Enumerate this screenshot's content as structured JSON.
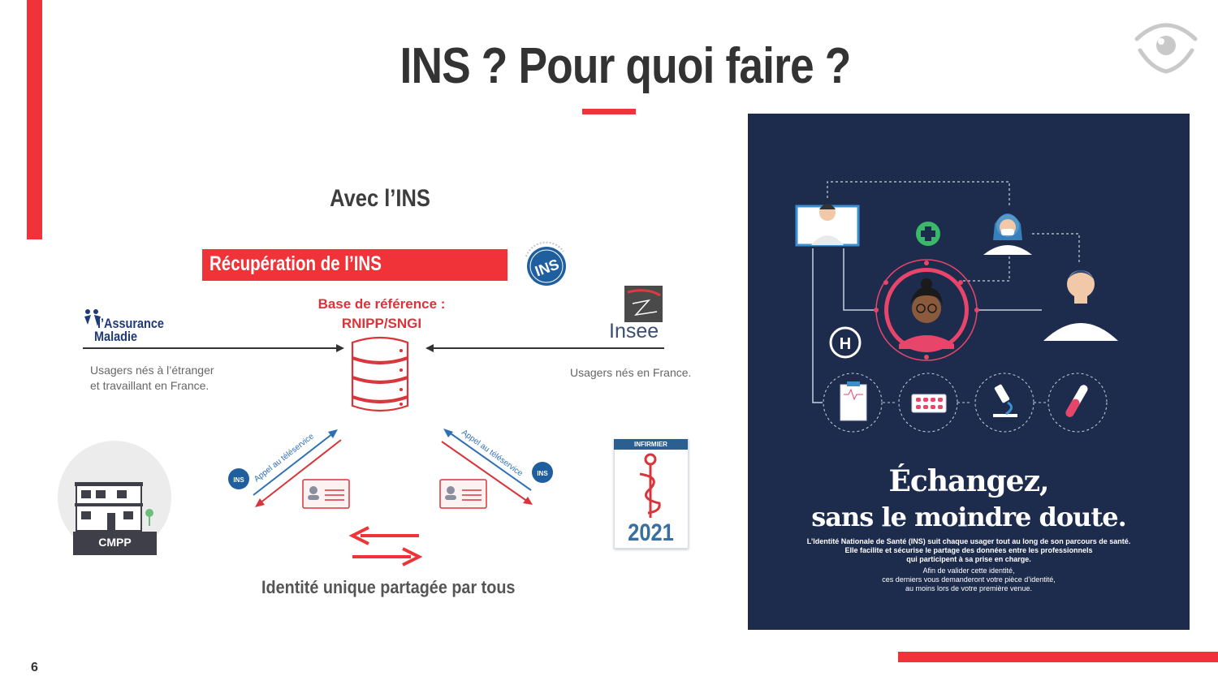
{
  "slide": {
    "title": "INS ? Pour quoi faire ?",
    "page_number": "6"
  },
  "diagram": {
    "heading": "Avec l’INS",
    "recuperation_label": "Récupération de l’INS",
    "base_reference_line1": "Base de référence :",
    "base_reference_line2": "RNIPP/SNGI",
    "assurance_maladie_line1": "l’Assurance",
    "assurance_maladie_line2": "Maladie",
    "insee_label": "Insee",
    "usagers_etranger_line1": "Usagers nés à l’étranger",
    "usagers_etranger_line2": "et travaillant en France.",
    "usagers_france": "Usagers nés en France.",
    "appel_teleservice_left": "Appel au téléservice",
    "appel_teleservice_right": "Appel au téléservice",
    "ins_badge": "INS",
    "cmpp_label": "CMPP",
    "nurse_card_header": "INFIRMIER",
    "nurse_card_year": "2021",
    "identite_unique": "Identité unique partagée par tous"
  },
  "poster": {
    "headline_line1": "Échangez,",
    "headline_line2": "sans le moindre doute.",
    "paragraph1_line1": "L’Identité Nationale de Santé (INS) suit chaque usager tout au long de son parcours de santé.",
    "paragraph1_line2": "Elle facilite et sécurise le partage des données entre les professionnels",
    "paragraph1_line3": "qui participent à sa prise en charge.",
    "paragraph2_line1": "Afin de valider cette identité,",
    "paragraph2_line2": "ces derniers vous demanderont votre pièce d’identité,",
    "paragraph2_line3": "au moins lors de votre première venue.",
    "hospital_letter": "H"
  },
  "colors": {
    "accent_red": "#ef3338",
    "poster_navy": "#1d2b4d",
    "poster_pink": "#e8456a",
    "text_dark": "#333333",
    "arrow_blue": "#2f6fb5"
  },
  "icons": [
    "eye-logo-icon",
    "database-icon",
    "id-card-icon",
    "swap-arrows-icon",
    "building-icon",
    "caduceus-icon",
    "doctor-icon",
    "nurse-icon",
    "patient-icon",
    "hospital-icon",
    "medical-cross-icon",
    "clipboard-icon",
    "pills-icon",
    "microscope-icon",
    "test-tube-icon"
  ]
}
